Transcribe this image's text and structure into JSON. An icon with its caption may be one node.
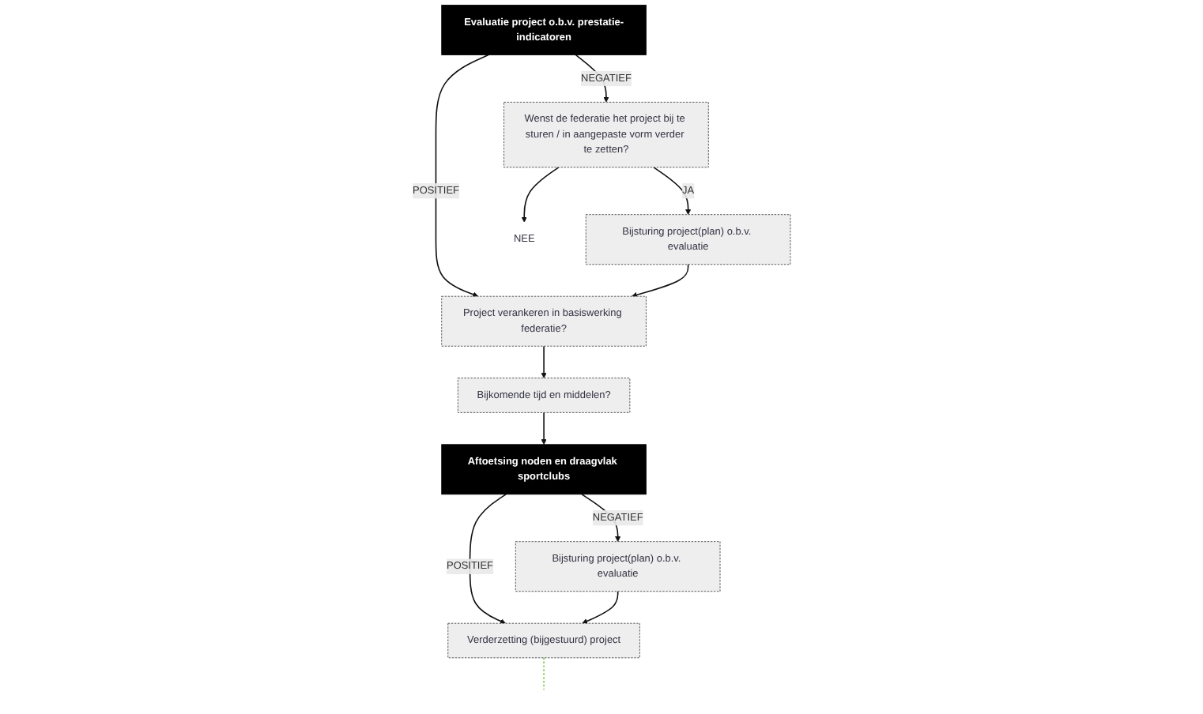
{
  "diagram": {
    "nodes": [
      {
        "text": [
          "Evaluatie project o.b.v. prestatie-indicatoren"
        ]
      },
      {
        "text": [
          "Wenst de federatie het project bij te sturen / in aangepaste vorm verder te zetten?"
        ]
      },
      {
        "text": [
          "Project verankeren in basiswerking federatie?"
        ]
      },
      {
        "text": [
          "Bijkomende tijd en middelen?"
        ]
      },
      {
        "text": [
          "Bijsturing project(plan) o.b.v. evaluatie"
        ]
      },
      {
        "text": [
          "NEE"
        ]
      },
      {
        "text": [
          "Aftoetsing noden en draagvlak sportclubs"
        ]
      },
      {
        "text": [
          "Bijsturing project(plan) o.b.v. evaluatie"
        ]
      },
      {
        "text": [
          "Verderzetting (bijgestuurd) project"
        ]
      }
    ],
    "edges": [
      {
        "from": 0,
        "to": 1,
        "arrow": "to",
        "label": "NEGATIEF"
      },
      {
        "from": 0,
        "to": 2,
        "arrow": "to",
        "label": "POSITIEF"
      },
      {
        "from": 1,
        "to": 5,
        "arrow": "to"
      },
      {
        "from": 1,
        "to": 4,
        "arrow": "to",
        "label": "JA"
      },
      {
        "from": 4,
        "to": 2,
        "arrow": "to"
      },
      {
        "from": 2,
        "to": 3,
        "arrow": "to"
      },
      {
        "from": 3,
        "to": 6,
        "arrow": "to"
      },
      {
        "from": 6,
        "to": 7,
        "arrow": "to",
        "label": "NEGATIEF"
      },
      {
        "from": 6,
        "to": 8,
        "arrow": "to",
        "label": "POSITIEF"
      },
      {
        "from": 7,
        "to": 8,
        "arrow": "to"
      },
      {
        "from": 8,
        "to": null,
        "arrow": "none",
        "style": "dashed",
        "color": "#7ac943"
      }
    ]
  }
}
